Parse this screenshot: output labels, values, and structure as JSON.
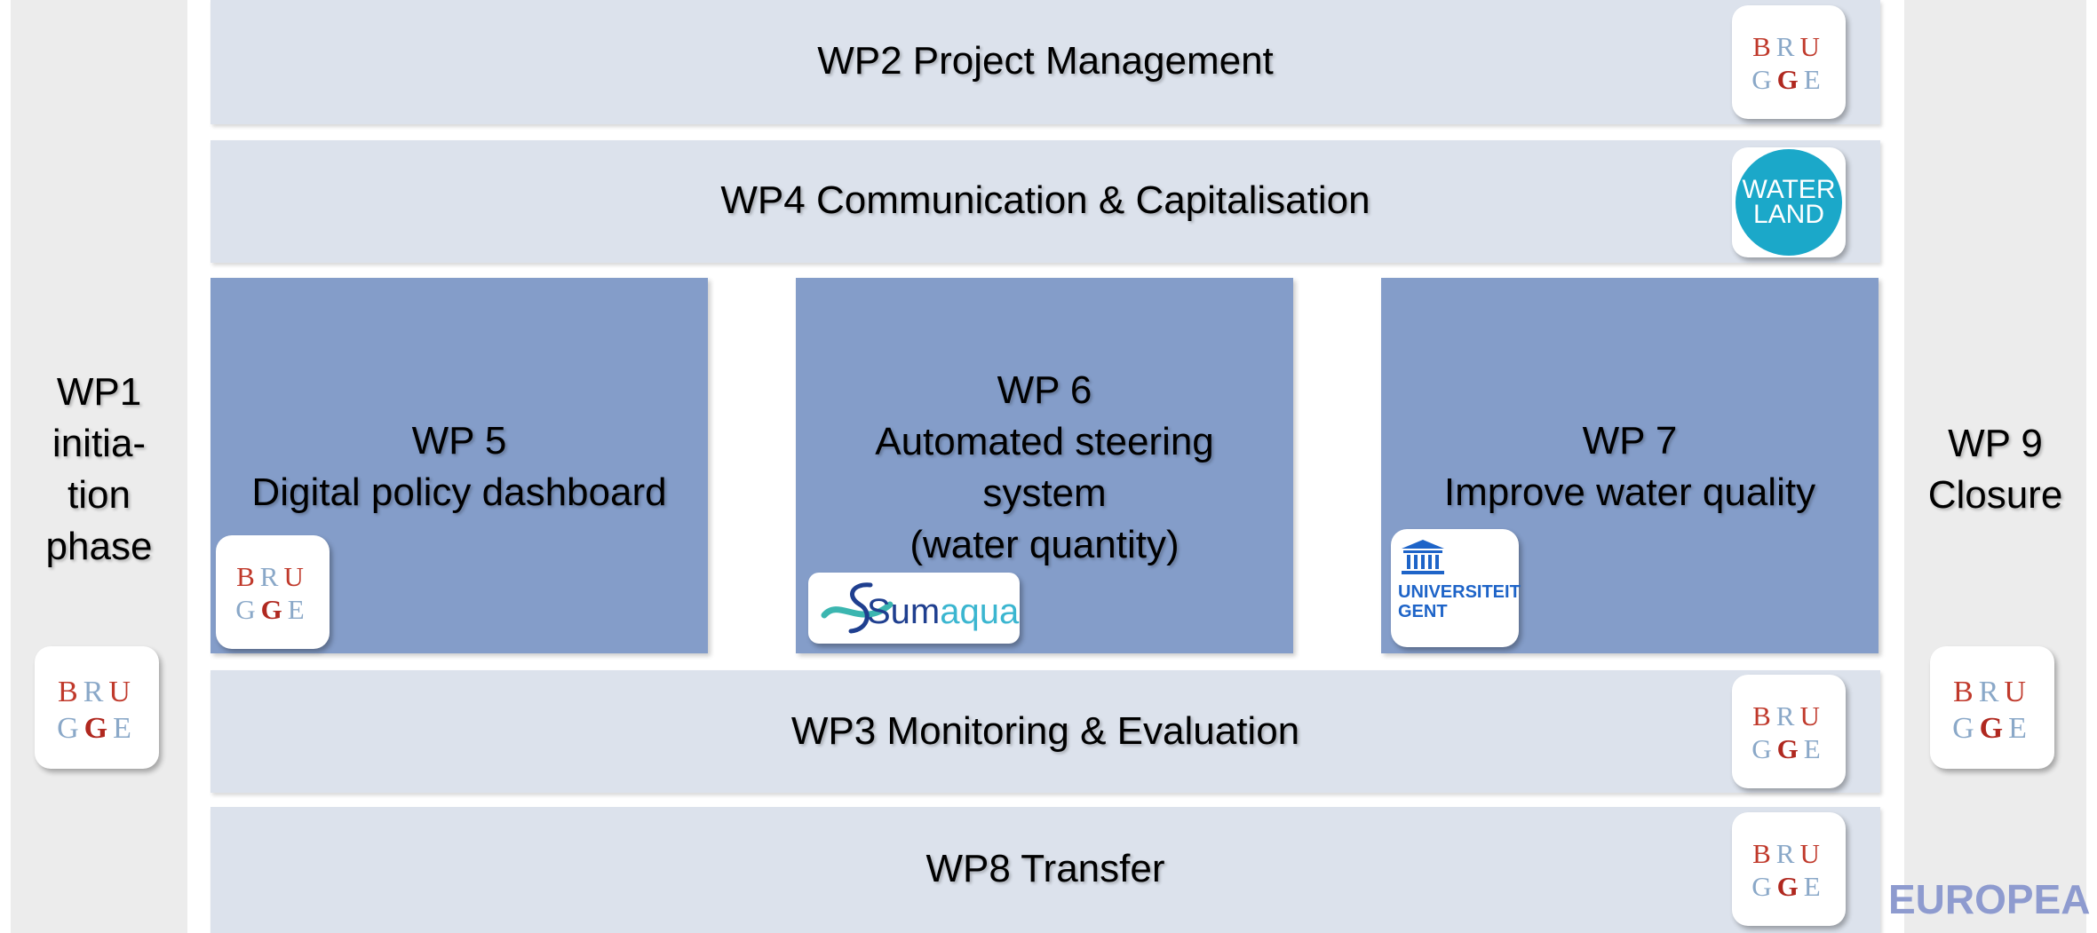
{
  "left_column": {
    "line1": "WP1",
    "line2": "initia-",
    "line3": "tion",
    "line4": "phase"
  },
  "right_column": {
    "line1": "WP 9",
    "line2": "Closure"
  },
  "bars": {
    "wp2": "WP2 Project Management",
    "wp4": "WP4 Communication & Capitalisation",
    "wp3": "WP3 Monitoring & Evaluation",
    "wp8": "WP8 Transfer"
  },
  "boxes": {
    "wp5": {
      "line1": "WP 5",
      "line2": "Digital policy dashboard"
    },
    "wp6": {
      "line1": "WP 6",
      "line2": "Automated steering",
      "line3": "system",
      "line4": "(water quantity)"
    },
    "wp7": {
      "line1": "WP 7",
      "line2": "Improve water quality"
    }
  },
  "logos": {
    "brugge": {
      "row1": [
        "B",
        "R",
        "U"
      ],
      "row2": [
        "G",
        "G",
        "E"
      ]
    },
    "waterland": {
      "line1": "WATER",
      "line2": "LAND"
    },
    "sumaqua": {
      "part1": "Sum",
      "part2": "aqua"
    },
    "ugent": {
      "line1": "UNIVERSITEIT",
      "line2": "GENT"
    }
  },
  "footer": {
    "text": "EUROPEA"
  },
  "colors": {
    "side_column": "#ececec",
    "bar_fill": "#dce2ec",
    "box_fill": "#849dc9",
    "brugge_red": "#c0392b",
    "brugge_blue": "#8aa8c8",
    "waterland_teal": "#1ba8c9",
    "ugent_blue": "#1e64c8",
    "footer_blue": "#8e9bcf"
  }
}
